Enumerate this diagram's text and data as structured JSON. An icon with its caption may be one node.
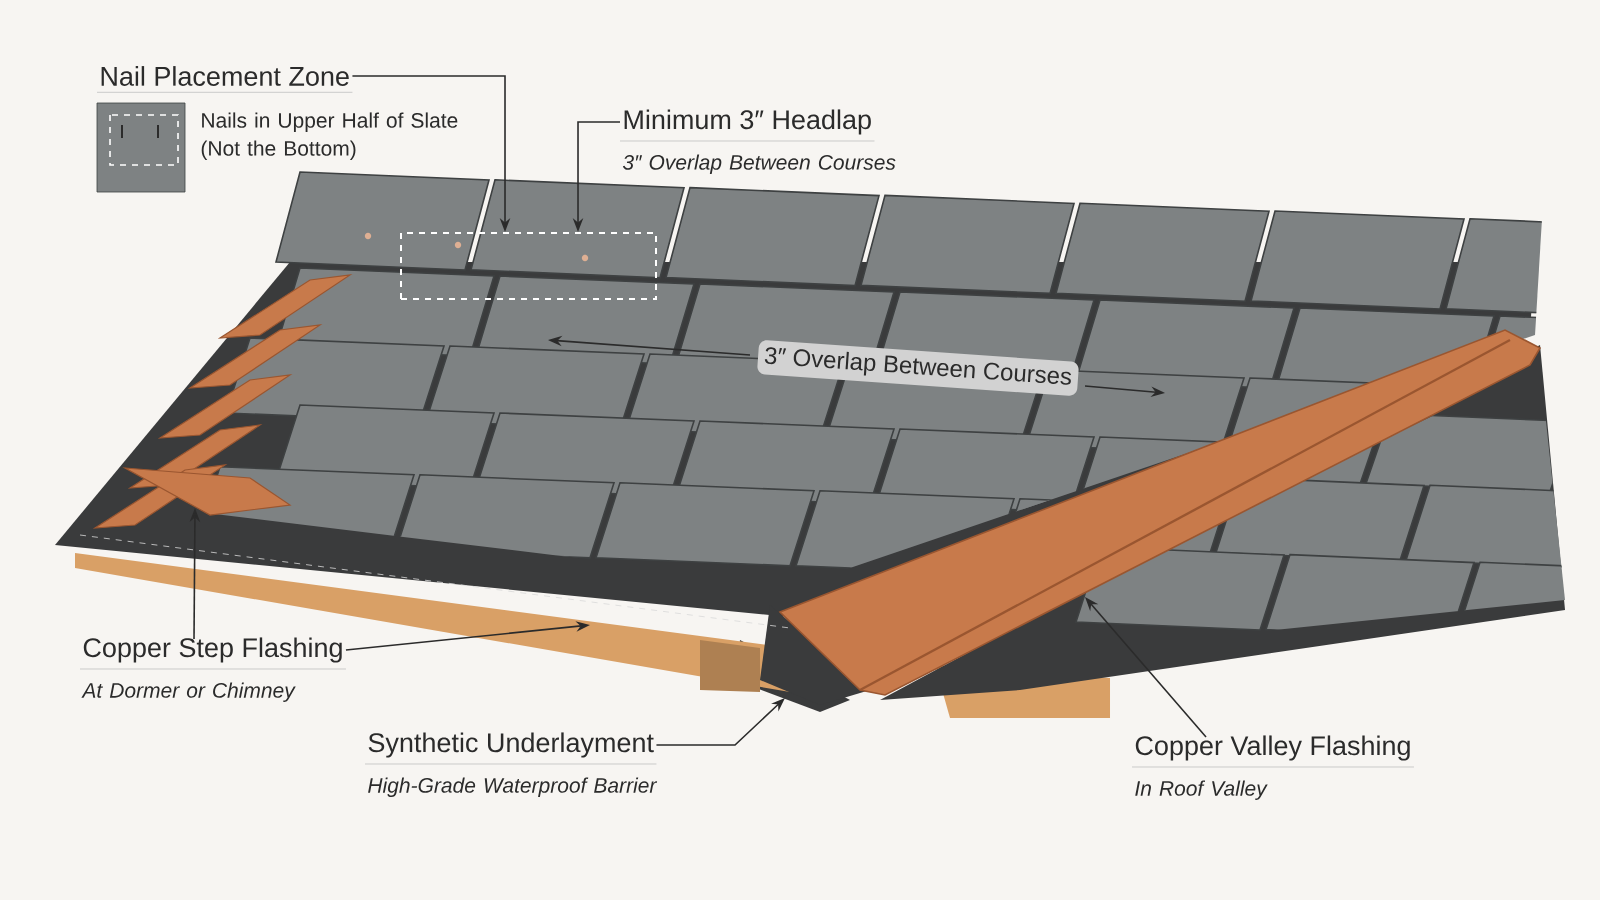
{
  "diagram": {
    "nodes": [
      {
        "text": [
          "Nail Placement Zone",
          "Nails in Upper Half of Slate (Not the Bottom)"
        ]
      },
      {
        "text": [
          "Minimum 3″ Headlap",
          "3″ Overlap Between Courses"
        ]
      },
      {
        "text": [
          "Copper Step Flashing",
          "At Dormer or Chimney"
        ]
      },
      {
        "text": [
          "Synthetic Underlayment",
          "High-Grade Waterproof Barrier"
        ]
      },
      {
        "text": [
          "Copper Valley Flashing",
          "In Roof Valley"
        ]
      },
      {
        "text": [],
        "shape": "box"
      },
      {
        "text": [],
        "shape": "picture"
      },
      {
        "text": [],
        "shape": "picture"
      },
      {
        "text": [],
        "shape": "bar"
      },
      {
        "text": [],
        "shape": "picture"
      }
    ],
    "edges": [
      {
        "from": 0,
        "to": 5,
        "arrow": "to"
      },
      {
        "from": 1,
        "to": 5,
        "arrow": "to"
      },
      {
        "from": 2,
        "to": 6,
        "arrow": "to"
      },
      {
        "from": 2,
        "to": 8,
        "arrow": "to"
      },
      {
        "from": 3,
        "to": 7,
        "arrow": "to"
      },
      {
        "from": 4,
        "to": 9,
        "arrow": "to"
      }
    ],
    "labels": [
      "3″ Overlap Between Courses"
    ]
  }
}
